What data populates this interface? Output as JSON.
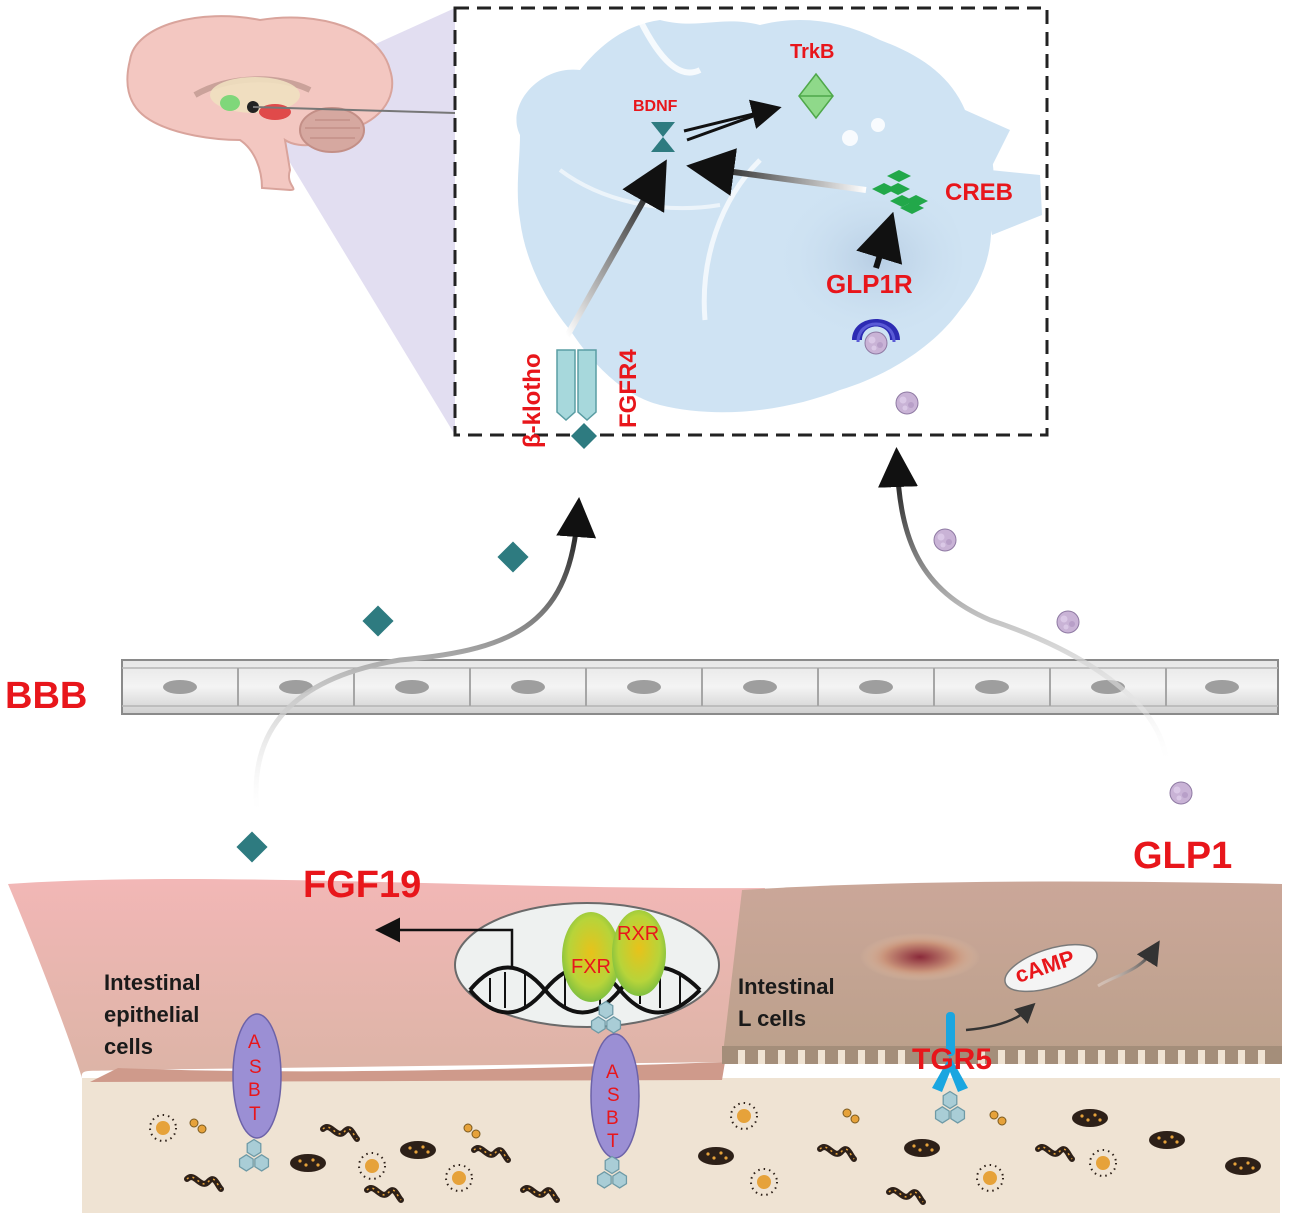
{
  "labels": {
    "trkb": "TrkB",
    "bdnf": "BDNF",
    "creb": "CREB",
    "glp1r": "GLP1R",
    "beta_klotho": "β-klotho",
    "fgfr4": "FGFR4",
    "bbb": "BBB",
    "fgf19": "FGF19",
    "glp1": "GLP1",
    "rxr": "RXR",
    "fxr": "FXR",
    "camp": "cAMP",
    "tgr5": "TGR5",
    "asbt_letters": [
      "A",
      "S",
      "B",
      "T"
    ],
    "epithelial_line1": "Intestinal",
    "epithelial_line2": "epithelial",
    "epithelial_line3": "cells",
    "lcells_line1": "Intestinal",
    "lcells_line2": "L cells"
  },
  "colors": {
    "label_red": "#e8161b",
    "fgf19_diamond": "#2e7b80",
    "glp1_particle": "#c9b3d6",
    "creb_green": "#22a84a",
    "trkb_green": "#8fd98a",
    "neuron_blue": "#cfe3f3",
    "epithelial_pink": "#e7b4ae",
    "lcell_brown": "#c4a48f",
    "lumen_beige": "#efe3d3",
    "asbt_purple": "#9b8fd4"
  }
}
